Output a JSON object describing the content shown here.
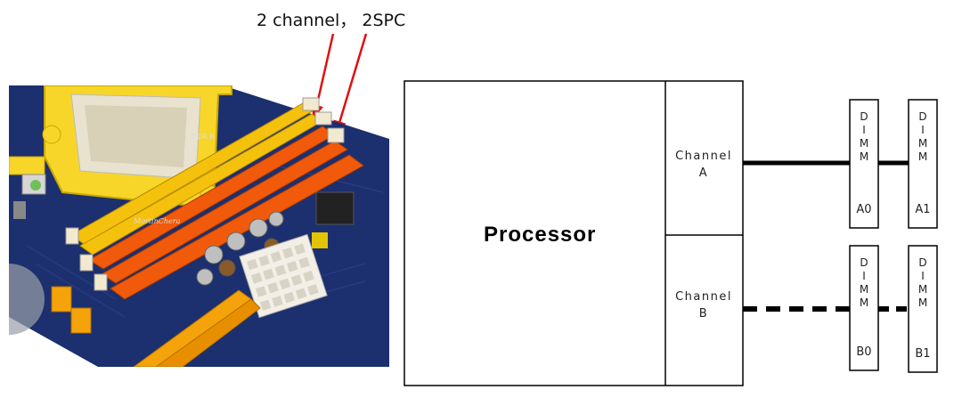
{
  "caption": "2 channel， 2SPC",
  "photo": {
    "board_text_1": "DDR II",
    "board_text_2": "MortinChera"
  },
  "diagram": {
    "processor_label": "Processor",
    "channel_a": {
      "line1": "Channel",
      "line2": "A"
    },
    "channel_b": {
      "line1": "Channel",
      "line2": "B"
    },
    "dimm_letters": [
      "D",
      "I",
      "M",
      "M"
    ],
    "slots": {
      "a0": "A0",
      "a1": "A1",
      "b0": "B0",
      "b1": "B1"
    }
  },
  "colors": {
    "arrow": "#e01010",
    "slot_orange": "#f05a0a",
    "slot_yellow": "#f4c20d",
    "board": "#1c2f6e"
  }
}
